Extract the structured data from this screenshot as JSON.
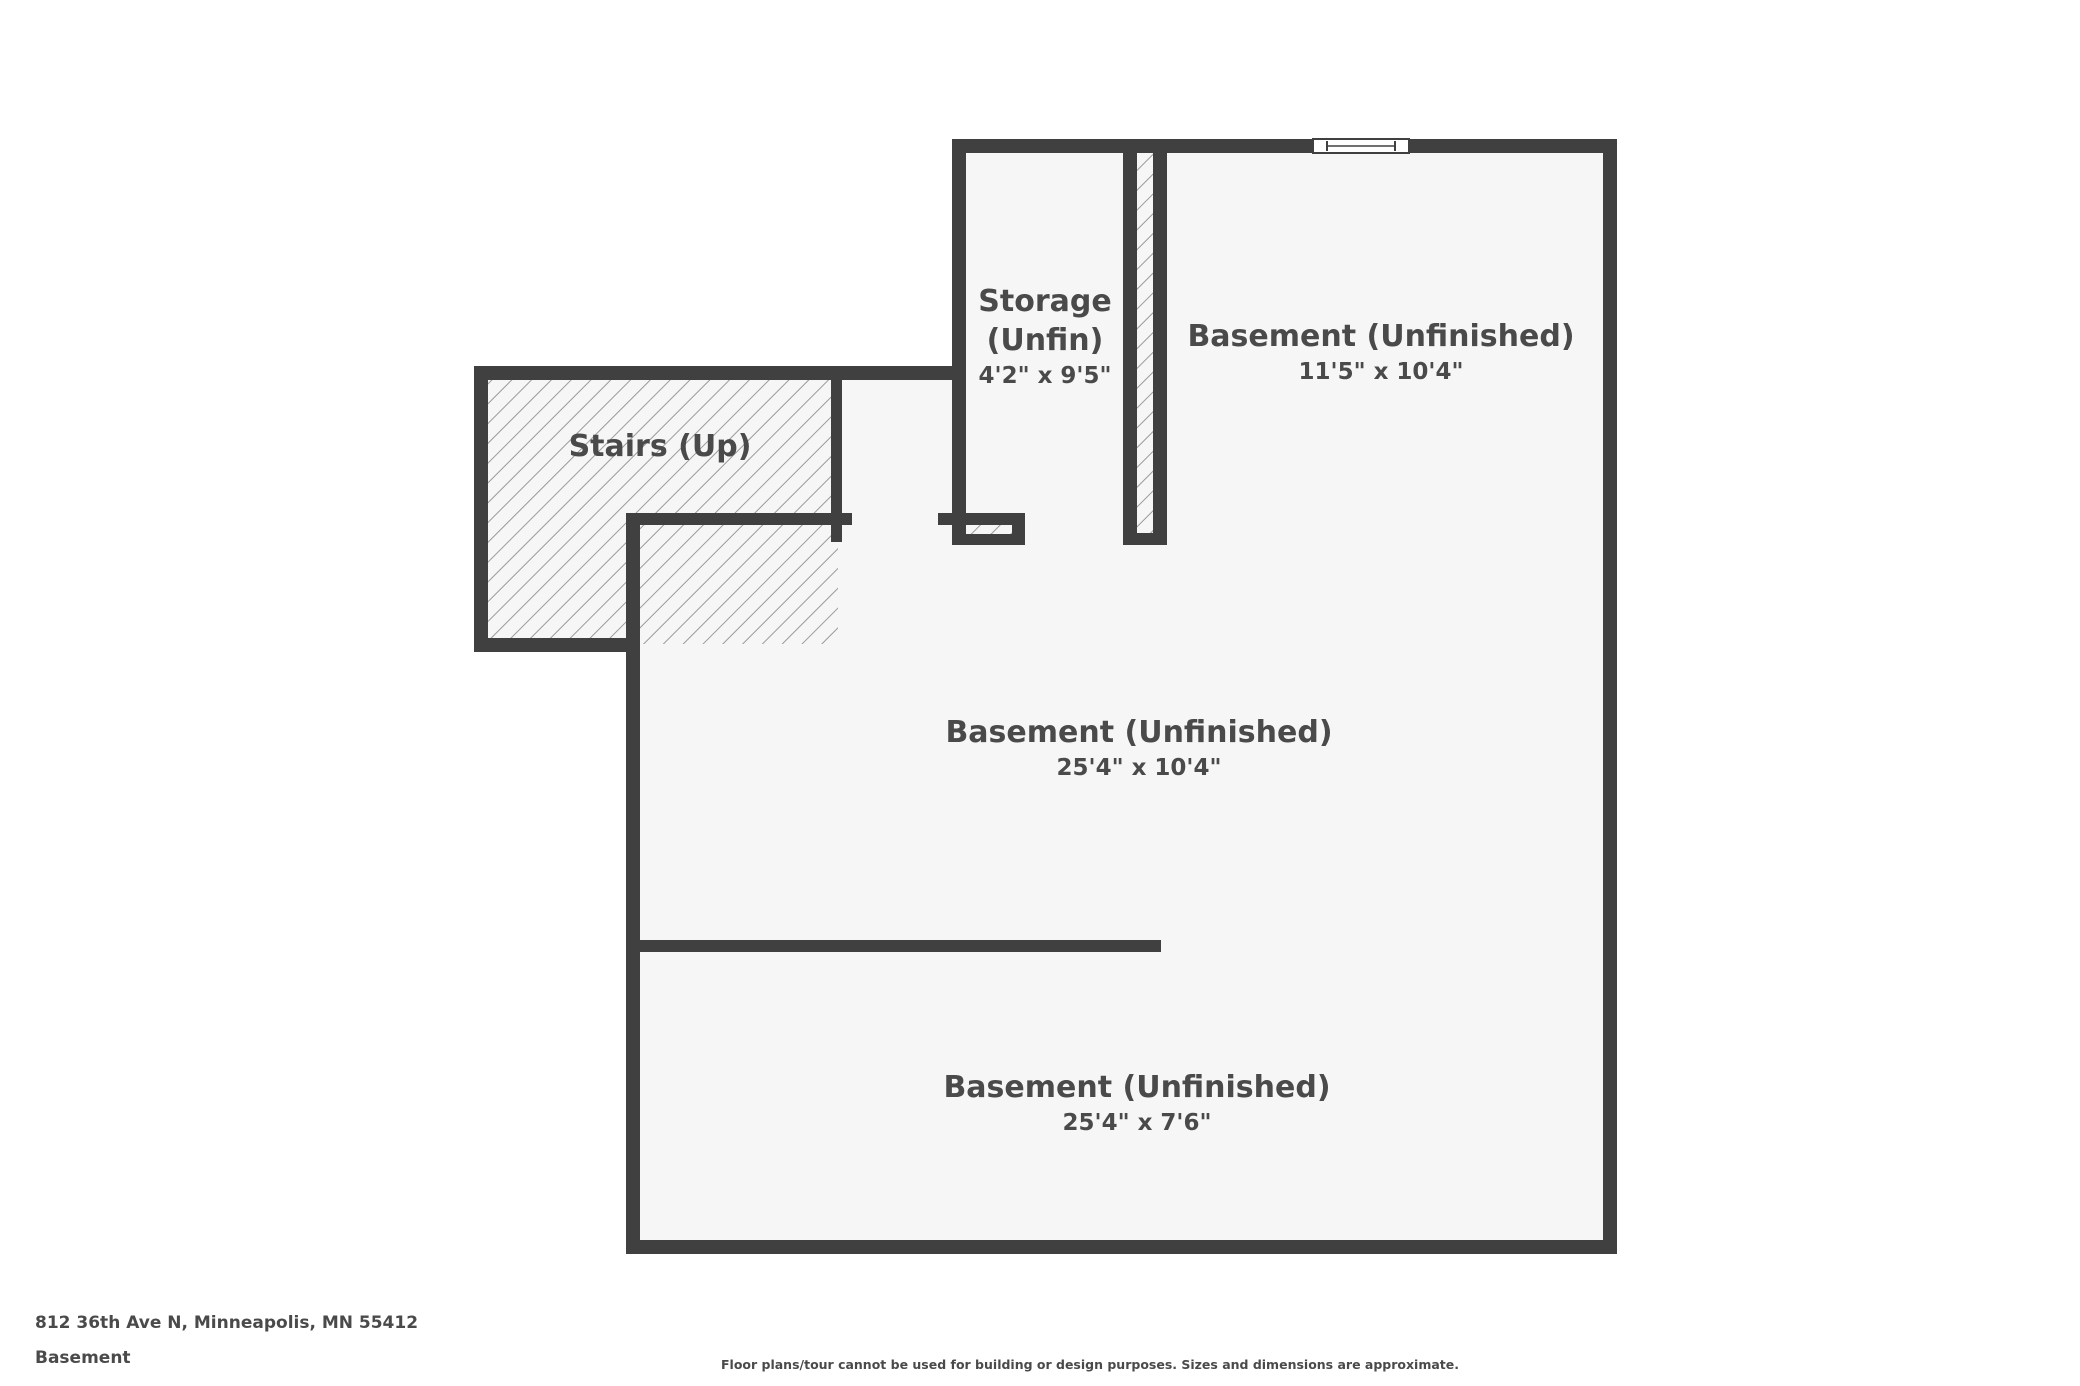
{
  "footer": {
    "address": "812 36th Ave N, Minneapolis, MN 55412",
    "floor": "Basement",
    "disclaimer": "Floor plans/tour cannot be used for building or design purposes. Sizes and dimensions are approximate."
  },
  "rooms": {
    "storage": {
      "name_line1": "Storage",
      "name_line2": "(Unfin)",
      "dimensions": "4'2\" x 9'5\""
    },
    "basement_top": {
      "name": "Basement (Unfinished)",
      "dimensions": "11'5\" x 10'4\""
    },
    "stairs": {
      "name": "Stairs (Up)"
    },
    "basement_middle": {
      "name": "Basement (Unfinished)",
      "dimensions": "25'4\" x 10'4\""
    },
    "basement_bottom": {
      "name": "Basement (Unfinished)",
      "dimensions": "25'4\" x 7'6\""
    }
  },
  "colors": {
    "wall": "#404040",
    "floor": "#f6f6f6",
    "hatch": "#9a9a9a",
    "text": "#4a4a4a"
  }
}
